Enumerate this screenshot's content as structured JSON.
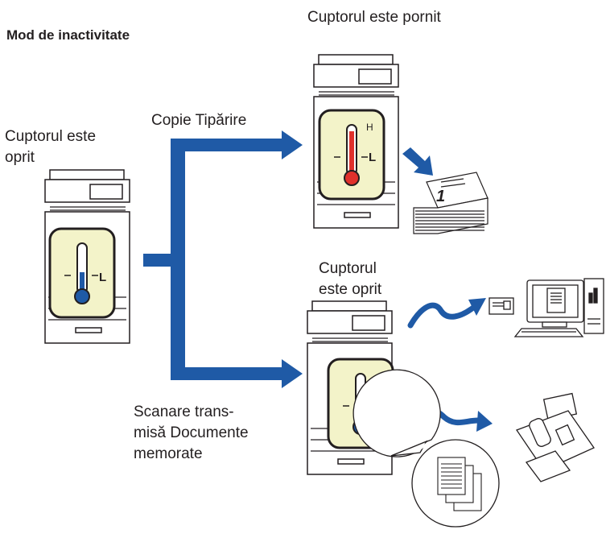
{
  "title": "Mod de inactivitate",
  "left_state": {
    "line1": "Cuptorul este",
    "line2": "oprit"
  },
  "top_state": "Cuptorul este pornit",
  "mid_state": {
    "line1": "Cuptorul",
    "line2": "este oprit"
  },
  "copy_label": "Copie Tipărire",
  "scan_label": {
    "line1": "Scanare trans-",
    "line2": "misă Documente",
    "line3": "memorate"
  },
  "thermo_high": "H",
  "thermo_low": "L",
  "colors": {
    "arrow": "#1f5aa6",
    "hot": "#e0312b",
    "cold": "#1f5aa6",
    "panel": "#f3f3c9"
  }
}
